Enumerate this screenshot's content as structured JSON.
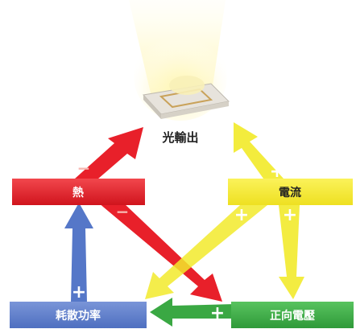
{
  "nodes": {
    "light_output": "光輸出",
    "heat": "熱",
    "current": "電流",
    "power_dissipation": "耗散功率",
    "forward_voltage": "正向電壓"
  },
  "signs": {
    "heat_to_light": "−",
    "heat_to_forward_voltage": "−",
    "current_to_light": "+",
    "current_to_power": "+",
    "current_to_forward_voltage": "+",
    "power_to_heat": "+",
    "forward_voltage_to_power": "+"
  },
  "colors": {
    "red": "#e8202a",
    "yellow": "#f2ea2c",
    "blue": "#5577c8",
    "green": "#3aa843",
    "sign_red": "#f6b6b0",
    "sign_yellow": "#ffffff"
  }
}
